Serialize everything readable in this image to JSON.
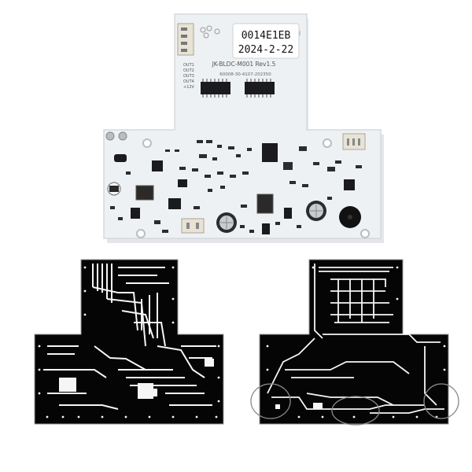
{
  "photo": {
    "label_serial": "0014E1EB",
    "label_date": "2024-2-22",
    "board_name": "JK-BLDC-M001 Rev1.5",
    "board_code": "60008-30-4107-202350",
    "out_labels": [
      "OUT1",
      "OUT2",
      "OUT3",
      "OUT4",
      "+12V"
    ]
  },
  "colors": {
    "pcb_white": "#eef1f3",
    "pcb_edge": "#d5d9dd",
    "ic_black": "#1b1b1d",
    "copper_black": "#050505",
    "trace_white": "#f6f6f6",
    "connector_cream": "#e9e3d6",
    "callout_gray": "#8a8a8a"
  },
  "layout_views": [
    {
      "name": "layer-left",
      "callouts": 0
    },
    {
      "name": "layer-right",
      "callouts": 3
    }
  ]
}
